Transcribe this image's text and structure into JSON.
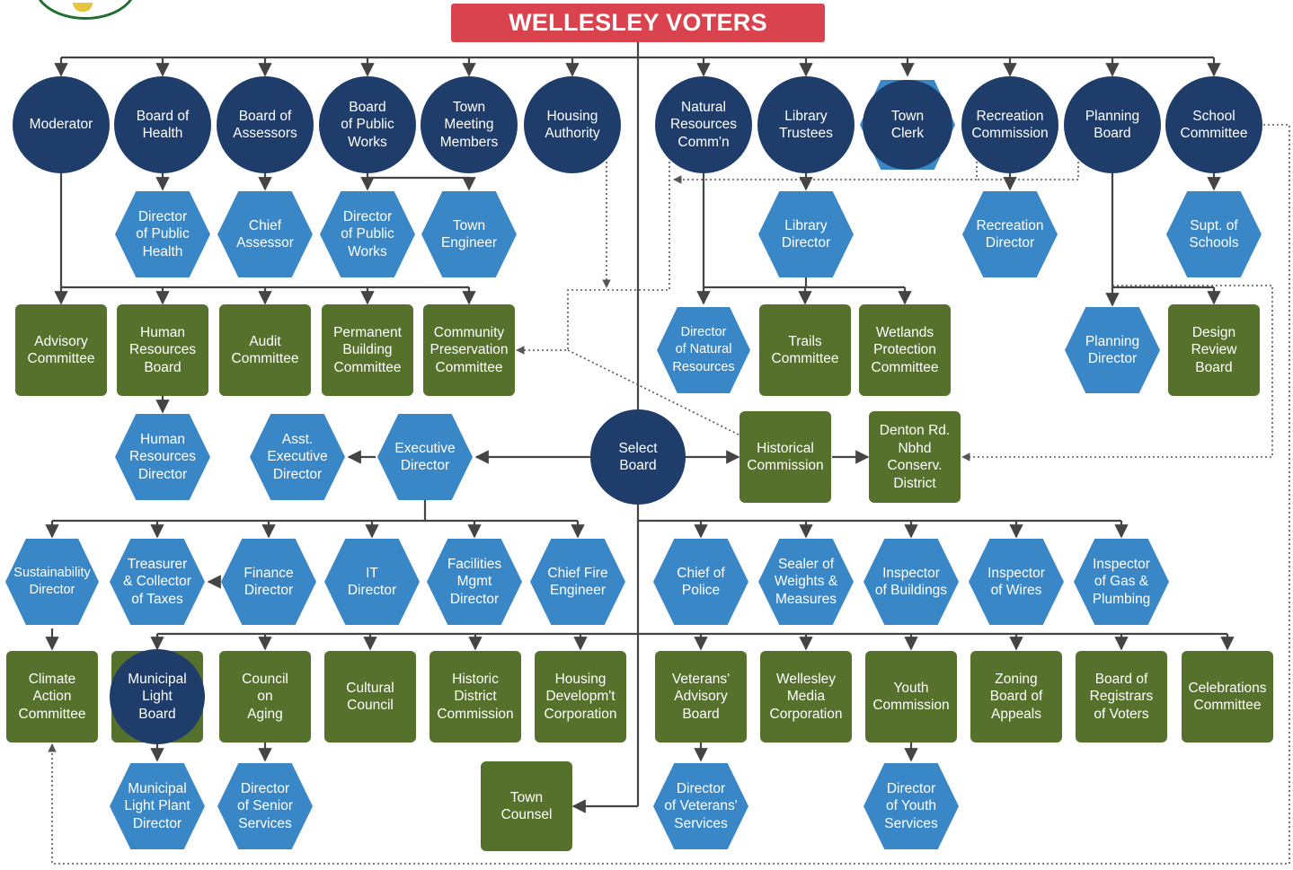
{
  "title": "WELLESLEY VOTERS",
  "colors": {
    "elected": "#1f3d6b",
    "staff": "#3a87c8",
    "committee": "#55712c",
    "title_bg": "#d9434d",
    "line": "#444444",
    "dotted_line": "#555555"
  },
  "shapes": {
    "circle": "elected board",
    "hexagon": "appointed staff",
    "rounded-square": "committee"
  },
  "nodes": [
    {
      "id": "moderator",
      "label": "Moderator",
      "kind": "circle"
    },
    {
      "id": "board-of-health",
      "label": "Board of\nHealth",
      "kind": "circle"
    },
    {
      "id": "board-of-assessors",
      "label": "Board of\nAssessors",
      "kind": "circle"
    },
    {
      "id": "board-of-public-works",
      "label": "Board\nof Public\nWorks",
      "kind": "circle"
    },
    {
      "id": "town-meeting-members",
      "label": "Town\nMeeting\nMembers",
      "kind": "circle"
    },
    {
      "id": "housing-authority",
      "label": "Housing\nAuthority",
      "kind": "circle"
    },
    {
      "id": "natural-resources-commn",
      "label": "Natural\nResources\nComm'n",
      "kind": "circle"
    },
    {
      "id": "library-trustees",
      "label": "Library\nTrustees",
      "kind": "circle"
    },
    {
      "id": "town-clerk",
      "label": "Town\nClerk",
      "kind": "circle-hex"
    },
    {
      "id": "recreation-commission",
      "label": "Recreation\nCommission",
      "kind": "circle"
    },
    {
      "id": "planning-board",
      "label": "Planning\nBoard",
      "kind": "circle"
    },
    {
      "id": "school-committee",
      "label": "School\nCommittee",
      "kind": "circle"
    },
    {
      "id": "director-public-health",
      "label": "Director\nof Public\nHealth",
      "kind": "hex"
    },
    {
      "id": "chief-assessor",
      "label": "Chief\nAssessor",
      "kind": "hex"
    },
    {
      "id": "director-public-works",
      "label": "Director\nof Public\nWorks",
      "kind": "hex"
    },
    {
      "id": "town-engineer",
      "label": "Town\nEngineer",
      "kind": "hex"
    },
    {
      "id": "library-director",
      "label": "Library\nDirector",
      "kind": "hex"
    },
    {
      "id": "recreation-director",
      "label": "Recreation\nDirector",
      "kind": "hex"
    },
    {
      "id": "supt-of-schools",
      "label": "Supt. of\nSchools",
      "kind": "hex"
    },
    {
      "id": "advisory-committee",
      "label": "Advisory\nCommittee",
      "kind": "square"
    },
    {
      "id": "hr-board",
      "label": "Human\nResources\nBoard",
      "kind": "square"
    },
    {
      "id": "audit-committee",
      "label": "Audit\nCommittee",
      "kind": "square"
    },
    {
      "id": "permanent-building-committee",
      "label": "Permanent\nBuilding\nCommittee",
      "kind": "square"
    },
    {
      "id": "community-preservation-committee",
      "label": "Community\nPreservation\nCommittee",
      "kind": "square"
    },
    {
      "id": "director-natural-resources",
      "label": "Director\nof Natural\nResources",
      "kind": "hex",
      "small": true
    },
    {
      "id": "trails-committee",
      "label": "Trails\nCommittee",
      "kind": "square"
    },
    {
      "id": "wetlands-protection-committee",
      "label": "Wetlands\nProtection\nCommittee",
      "kind": "square"
    },
    {
      "id": "planning-director",
      "label": "Planning\nDirector",
      "kind": "hex"
    },
    {
      "id": "design-review-board",
      "label": "Design\nReview\nBoard",
      "kind": "square"
    },
    {
      "id": "hr-director",
      "label": "Human\nResources\nDirector",
      "kind": "hex"
    },
    {
      "id": "asst-executive-director",
      "label": "Asst.\nExecutive\nDirector",
      "kind": "hex"
    },
    {
      "id": "executive-director",
      "label": "Executive\nDirector",
      "kind": "hex"
    },
    {
      "id": "select-board",
      "label": "Select\nBoard",
      "kind": "circle"
    },
    {
      "id": "historical-commission",
      "label": "Historical\nCommission",
      "kind": "square"
    },
    {
      "id": "denton-rd",
      "label": "Denton Rd.\nNbhd\nConserv.\nDistrict",
      "kind": "square"
    },
    {
      "id": "sustainability-director",
      "label": "Sustainability\nDirector",
      "kind": "hex",
      "small": true
    },
    {
      "id": "treasurer-collector",
      "label": "Treasurer\n& Collector\nof Taxes",
      "kind": "hex"
    },
    {
      "id": "finance-director",
      "label": "Finance\nDirector",
      "kind": "hex"
    },
    {
      "id": "it-director",
      "label": "IT\nDirector",
      "kind": "hex"
    },
    {
      "id": "facilities-mgmt-director",
      "label": "Facilities\nMgmt\nDirector",
      "kind": "hex"
    },
    {
      "id": "chief-fire-engineer",
      "label": "Chief Fire\nEngineer",
      "kind": "hex"
    },
    {
      "id": "chief-of-police",
      "label": "Chief of\nPolice",
      "kind": "hex"
    },
    {
      "id": "sealer-weights-measures",
      "label": "Sealer of\nWeights &\nMeasures",
      "kind": "hex"
    },
    {
      "id": "inspector-buildings",
      "label": "Inspector\nof Buildings",
      "kind": "hex"
    },
    {
      "id": "inspector-wires",
      "label": "Inspector\nof Wires",
      "kind": "hex"
    },
    {
      "id": "inspector-gas-plumbing",
      "label": "Inspector\nof Gas &\nPlumbing",
      "kind": "hex"
    },
    {
      "id": "climate-action-committee",
      "label": "Climate\nAction\nCommittee",
      "kind": "square"
    },
    {
      "id": "municipal-light-board",
      "label": "Municipal\nLight\nBoard",
      "kind": "square-circle"
    },
    {
      "id": "council-on-aging",
      "label": "Council\non\nAging",
      "kind": "square"
    },
    {
      "id": "cultural-council",
      "label": "Cultural\nCouncil",
      "kind": "square"
    },
    {
      "id": "historic-district-commission",
      "label": "Historic\nDistrict\nCommission",
      "kind": "square"
    },
    {
      "id": "housing-developmt-corporation",
      "label": "Housing\nDevelopm't\nCorporation",
      "kind": "square"
    },
    {
      "id": "veterans-advisory-board",
      "label": "Veterans'\nAdvisory\nBoard",
      "kind": "square"
    },
    {
      "id": "wellesley-media-corporation",
      "label": "Wellesley\nMedia\nCorporation",
      "kind": "square"
    },
    {
      "id": "youth-commission",
      "label": "Youth\nCommission",
      "kind": "square"
    },
    {
      "id": "zoning-board-of-appeals",
      "label": "Zoning\nBoard of\nAppeals",
      "kind": "square"
    },
    {
      "id": "board-of-registrars",
      "label": "Board of\nRegistrars\nof Voters",
      "kind": "square"
    },
    {
      "id": "celebrations-committee",
      "label": "Celebrations\nCommittee",
      "kind": "square"
    },
    {
      "id": "municipal-light-plant-director",
      "label": "Municipal\nLight Plant\nDirector",
      "kind": "hex"
    },
    {
      "id": "director-senior-services",
      "label": "Director\nof Senior\nServices",
      "kind": "hex"
    },
    {
      "id": "town-counsel",
      "label": "Town\nCounsel",
      "kind": "square"
    },
    {
      "id": "director-veterans-services",
      "label": "Director\nof Veterans'\nServices",
      "kind": "hex"
    },
    {
      "id": "director-youth-services",
      "label": "Director\nof Youth\nServices",
      "kind": "hex"
    }
  ]
}
